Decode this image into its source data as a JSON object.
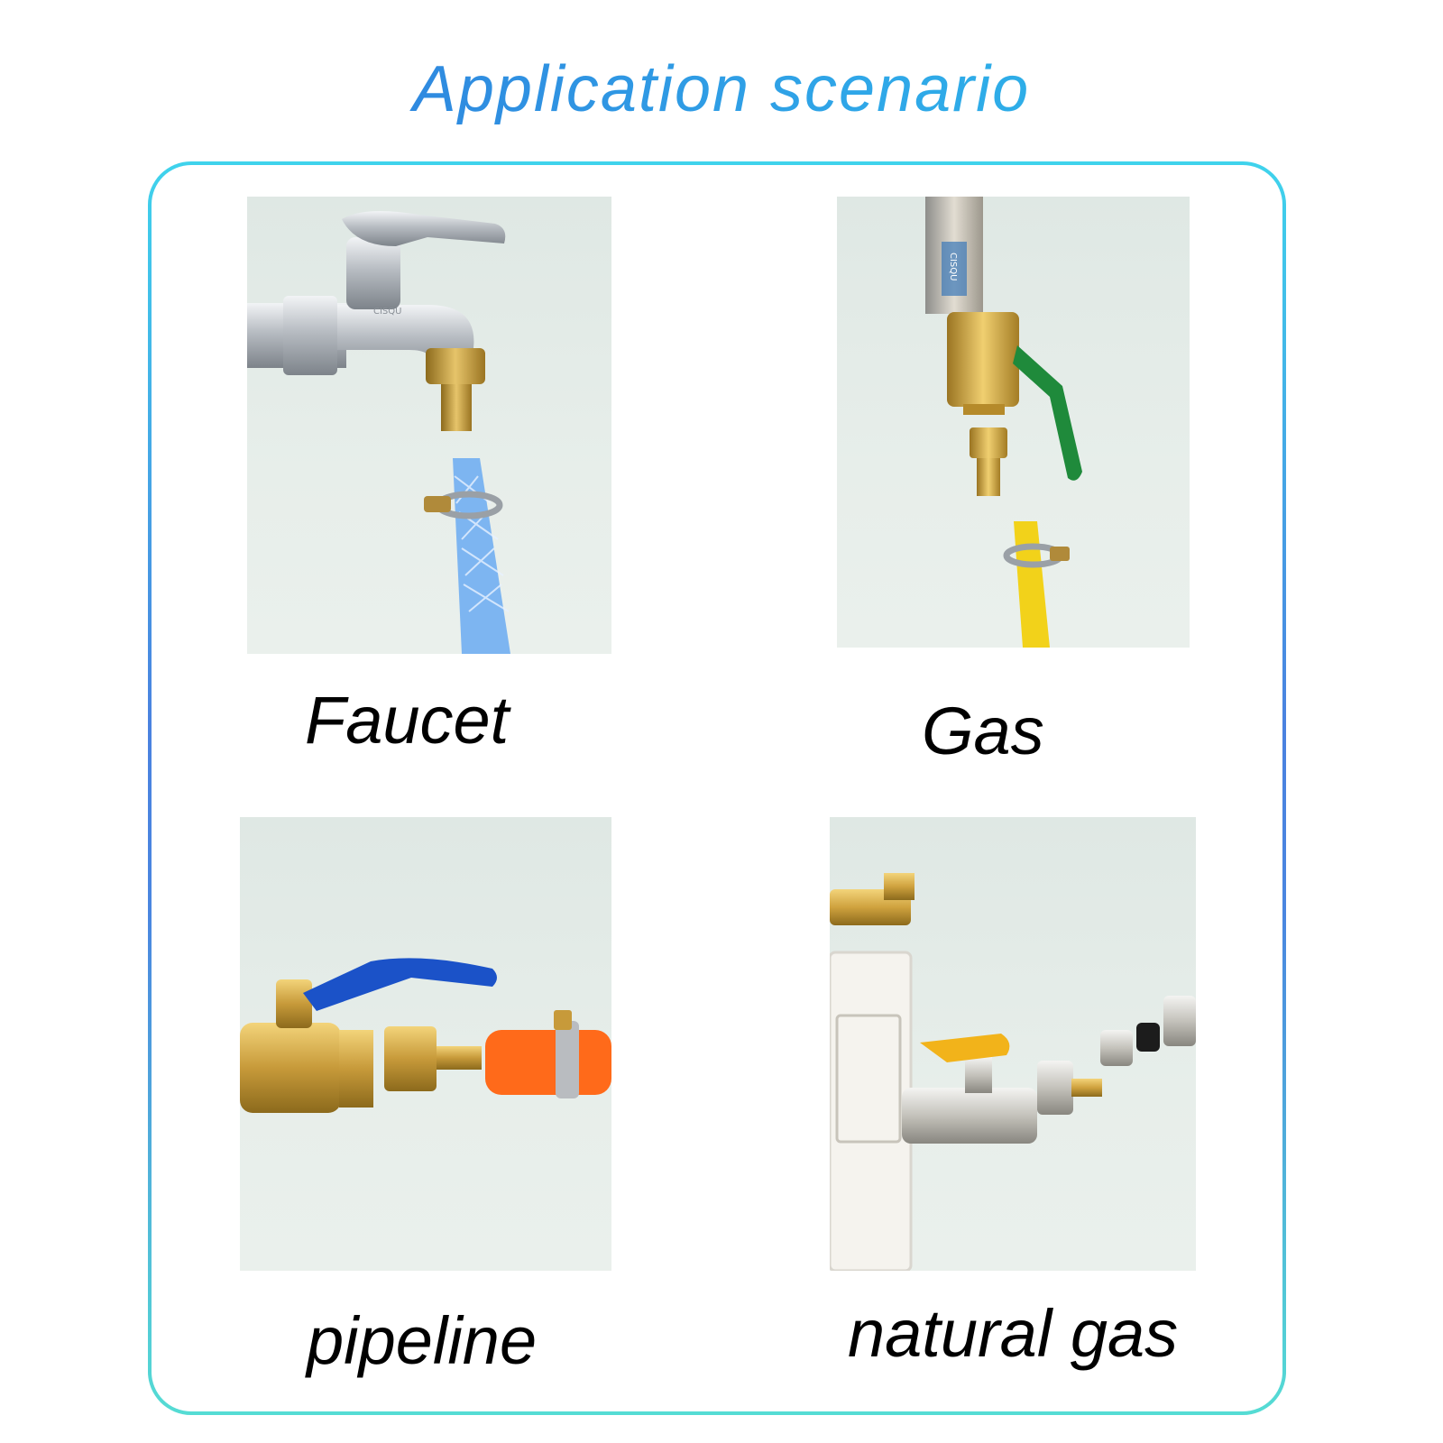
{
  "page": {
    "title": "Application scenario"
  },
  "scenarios": [
    {
      "label": "Faucet",
      "icon": "faucet-photo",
      "brand_text": "CISQU"
    },
    {
      "label": "Gas",
      "icon": "gas-valve-photo",
      "brand_text": "CISQU"
    },
    {
      "label": "pipeline",
      "icon": "pipeline-valve-photo"
    },
    {
      "label": "natural gas",
      "icon": "natural-gas-valve-photo"
    }
  ],
  "colors": {
    "title_start": "#2f6fd8",
    "title_end": "#2dbde6",
    "frame_top": "#3fd3ec",
    "frame_mid": "#4a82e0",
    "frame_bottom": "#55dcd4",
    "brass": "#c9a23a",
    "chrome": "#c8ccd0",
    "blue_hose": "#5aa0f0",
    "yellow_hose": "#f2d21a",
    "orange_hose": "#ff6a1a",
    "green_handle": "#1f8a3b",
    "blue_handle": "#1b52c8",
    "yellow_handle": "#f2b31a"
  }
}
